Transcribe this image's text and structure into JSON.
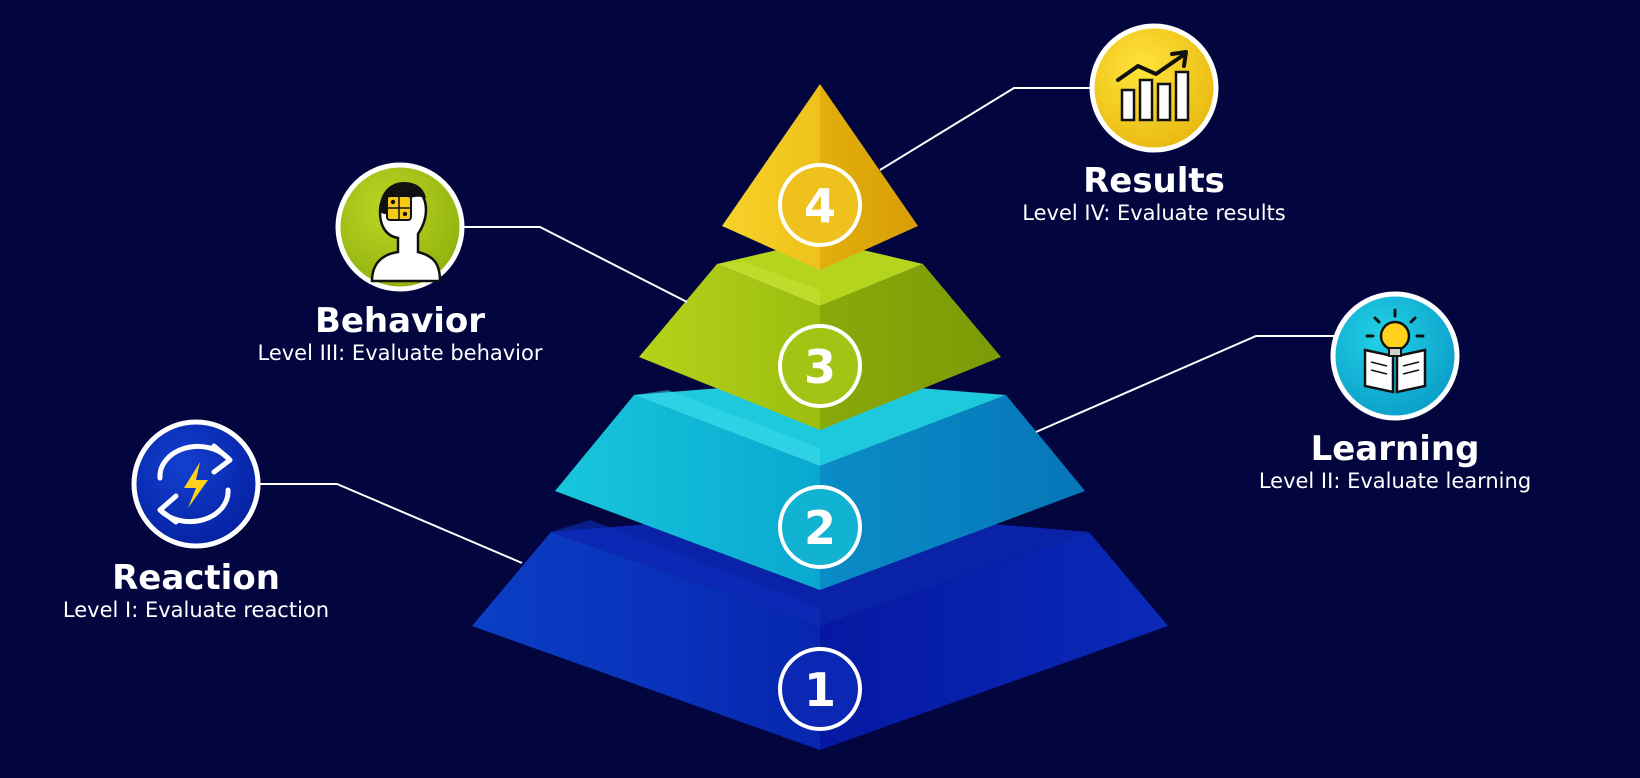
{
  "levels": [
    {
      "number": "1",
      "title": "Reaction",
      "subtitle": "Level I: Evaluate reaction",
      "icon": "refresh-bolt-icon",
      "color": "#0a2bb8"
    },
    {
      "number": "2",
      "title": "Learning",
      "subtitle": "Level II: Evaluate learning",
      "icon": "lightbulb-book-icon",
      "color": "#10b7d2"
    },
    {
      "number": "3",
      "title": "Behavior",
      "subtitle": "Level III: Evaluate behavior",
      "icon": "head-puzzle-icon",
      "color": "#9bc316"
    },
    {
      "number": "4",
      "title": "Results",
      "subtitle": "Level IV: Evaluate results",
      "icon": "growth-chart-icon",
      "color": "#f0c21e"
    }
  ]
}
